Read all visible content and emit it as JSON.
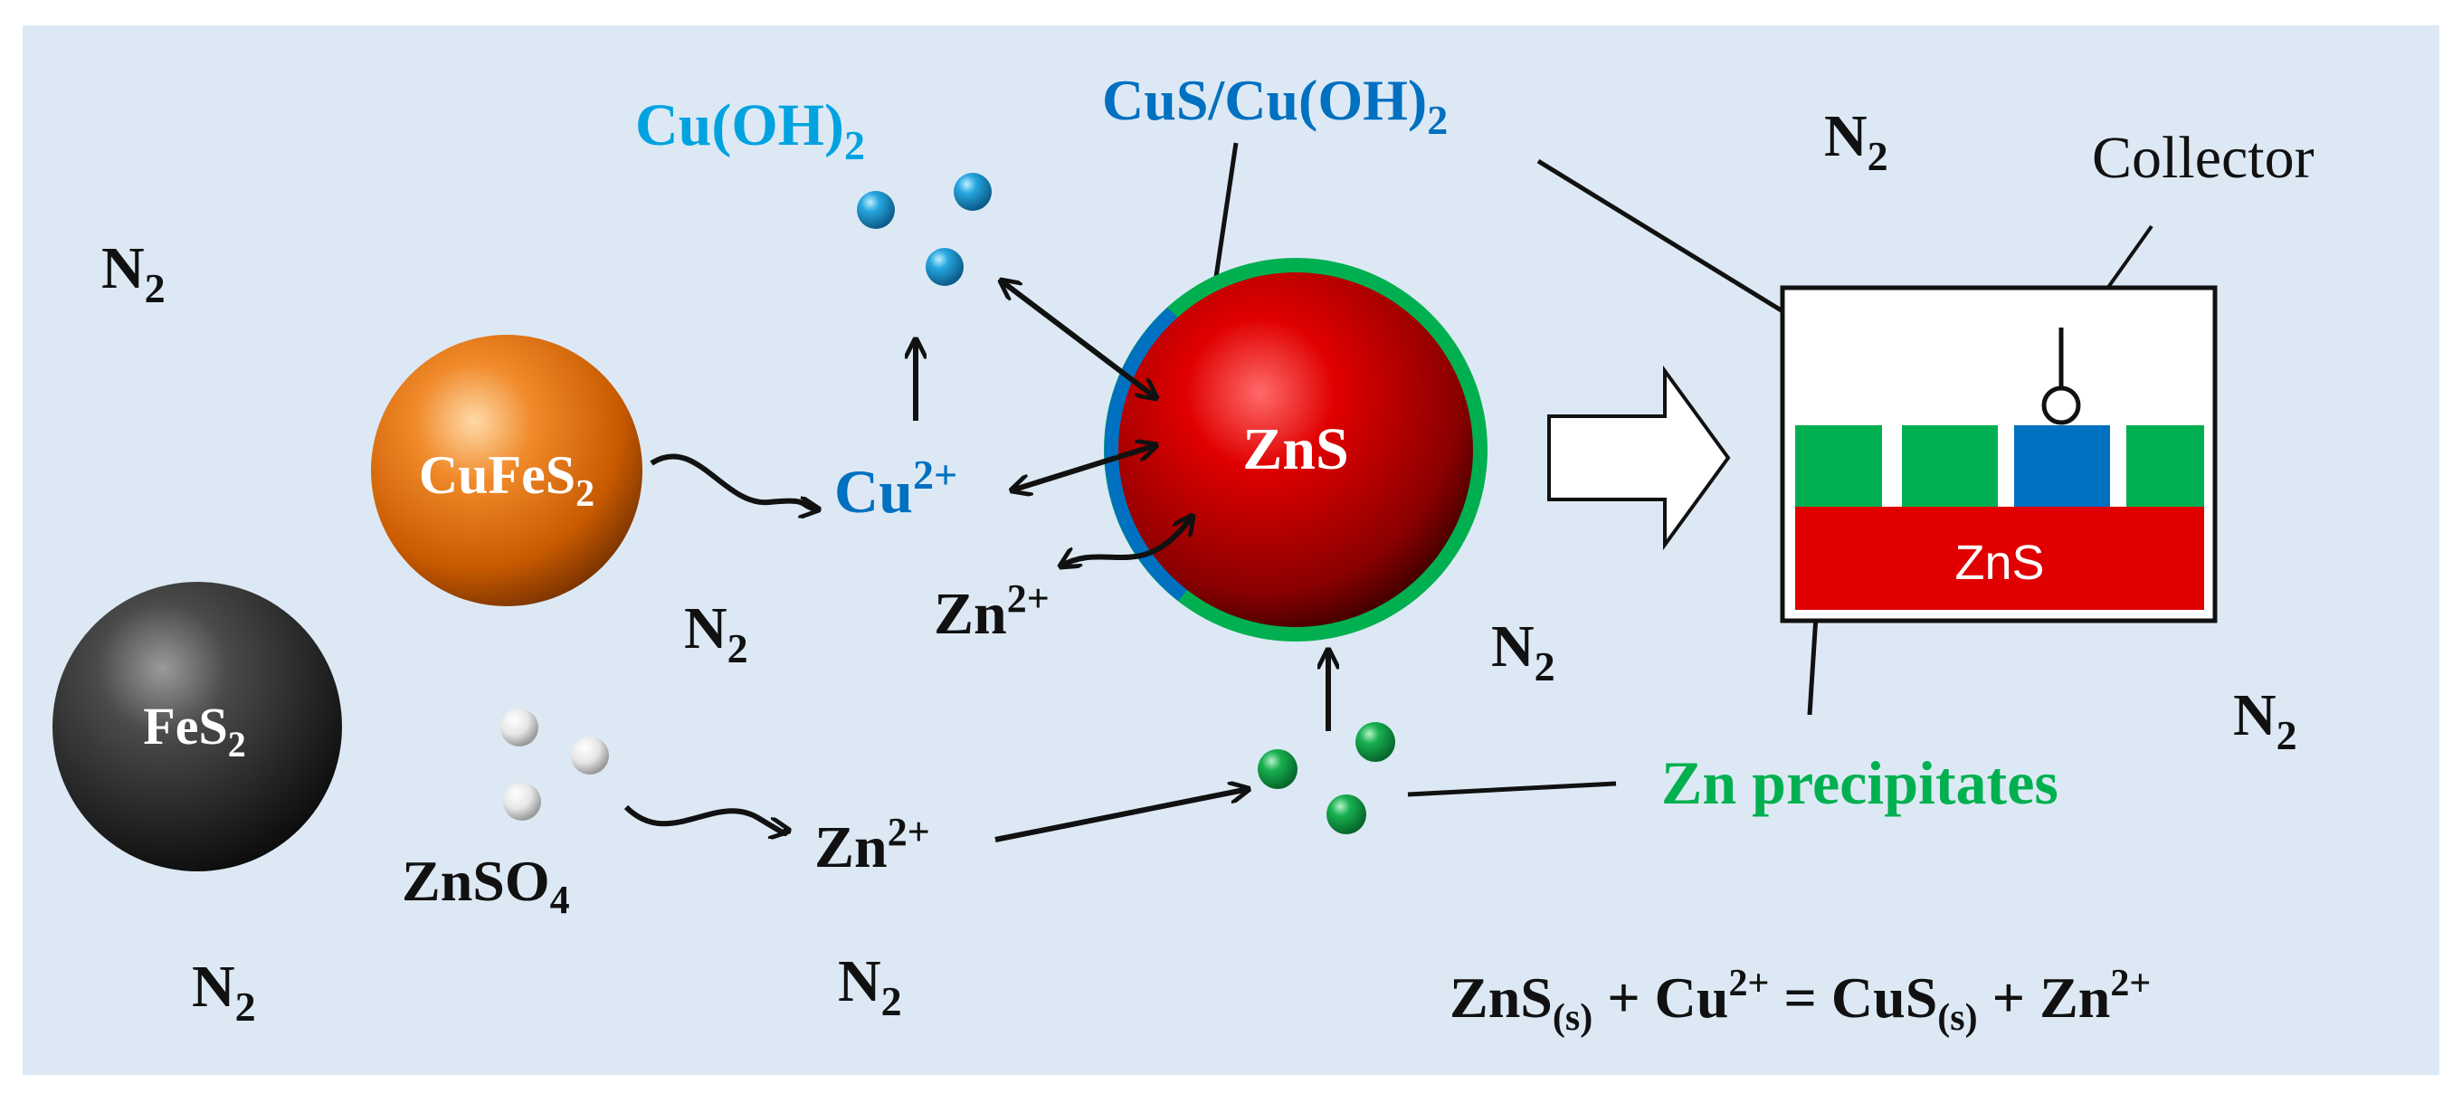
{
  "colors": {
    "background": "#dce9f4",
    "frame": "#ffffff",
    "cu_blue": "#0070c0",
    "cu_hydroxide": "#00a3e0",
    "zn_green": "#00b050",
    "zns_red": "#e00000",
    "chalcopyrite": "#e36c0a",
    "pyrite": "#2b2b2b",
    "text_dark": "#111111",
    "text_white": "#ffffff"
  },
  "labels": {
    "cuoh2": {
      "base": "Cu(OH)",
      "sub": "2"
    },
    "cus_cuoh2": {
      "base": "CuS/Cu(OH)",
      "sub": "2"
    },
    "collector": "Collector",
    "cufes2": {
      "base": "CuFeS",
      "sub": "2"
    },
    "fes2": {
      "base": "FeS",
      "sub": "2"
    },
    "zns_particle": "ZnS",
    "zns_block": "ZnS",
    "cu2plus": {
      "base": "Cu",
      "sup": "2+"
    },
    "zn2plus_upper": {
      "base": "Zn",
      "sup": "2+"
    },
    "zn2plus_lower": {
      "base": "Zn",
      "sup": "2+"
    },
    "znso4": {
      "base": "ZnSO",
      "sub": "4"
    },
    "zn_precipitates": "Zn precipitates",
    "n2": {
      "base": "N",
      "sub": "2"
    }
  },
  "equation": {
    "t1": "ZnS",
    "s1": "(s)",
    "t2": " + Cu",
    "p2": "2+",
    "t3": " = CuS",
    "s3": "(s)",
    "t4": " + Zn",
    "p4": "2+"
  }
}
